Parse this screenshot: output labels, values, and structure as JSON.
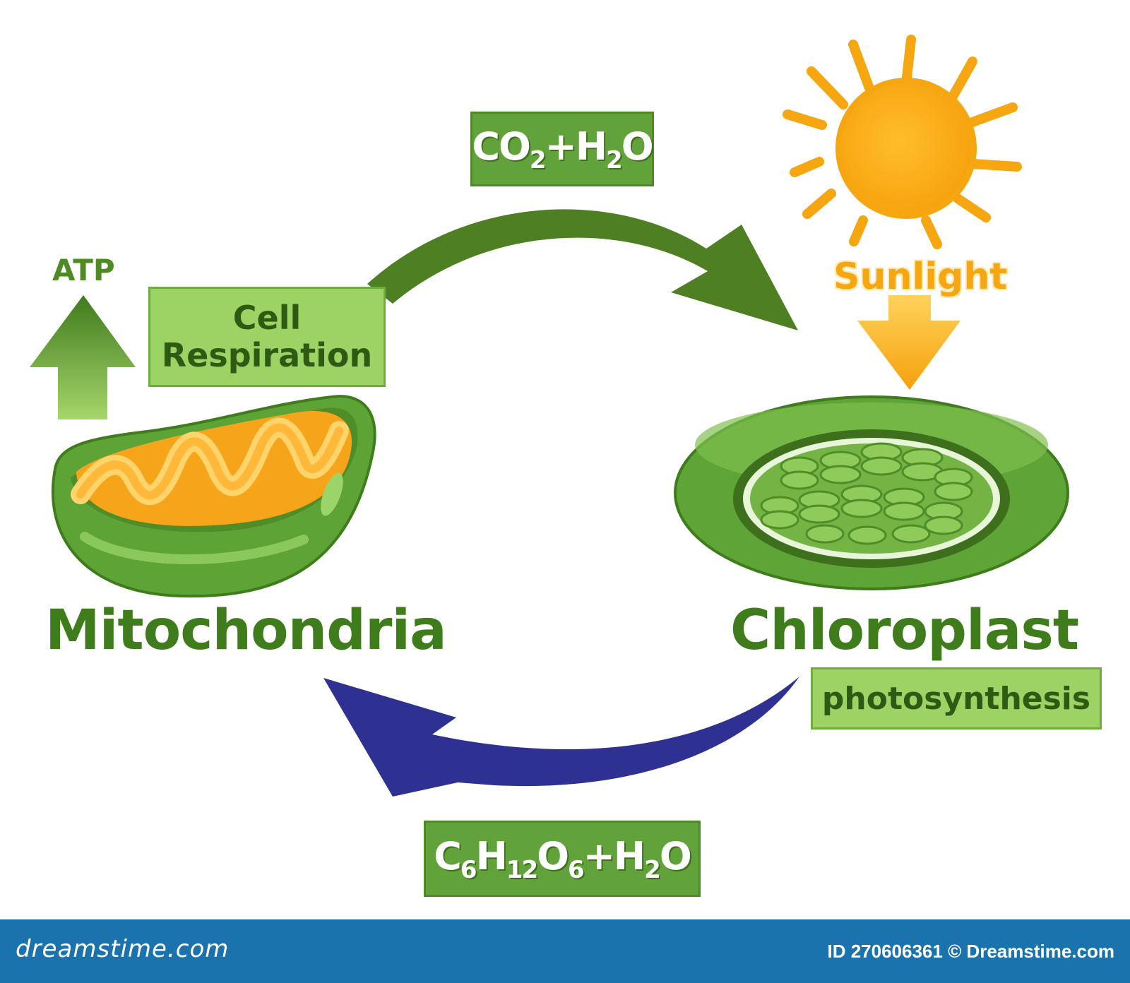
{
  "labels": {
    "atp": "ATP",
    "cell_line1": "Cell",
    "cell_line2": "Respiration",
    "sunlight": "Sunlight",
    "mitochondria": "Mitochondria",
    "chloroplast": "Chloroplast",
    "photosynthesis": "photosynthesis"
  },
  "formulas": {
    "co2": {
      "part1": "CO",
      "sub1": "2",
      "part2": "+H",
      "sub2": "2",
      "part3": "O"
    },
    "c6": {
      "part1": "C",
      "sub1": "6",
      "part2": "H",
      "sub2": "12",
      "part3": "O",
      "sub3": "6",
      "part4": "+H",
      "sub4": "2",
      "part5": "O"
    }
  },
  "footer": {
    "site": "dreamstime.com",
    "id_text": "ID 270606361 © Dreamstime.com"
  },
  "colors": {
    "green_dark": "#4e7f23",
    "green_box": "#62a23a",
    "green_light": "#9dd365",
    "orange": "#f6a611",
    "blue_arrow": "#2e3192",
    "footer_blue": "#1a73ad"
  },
  "icons": [
    "sun-icon",
    "atp-up-arrow-icon",
    "sunlight-down-arrow-icon",
    "mitochondria-illustration",
    "chloroplast-illustration"
  ]
}
